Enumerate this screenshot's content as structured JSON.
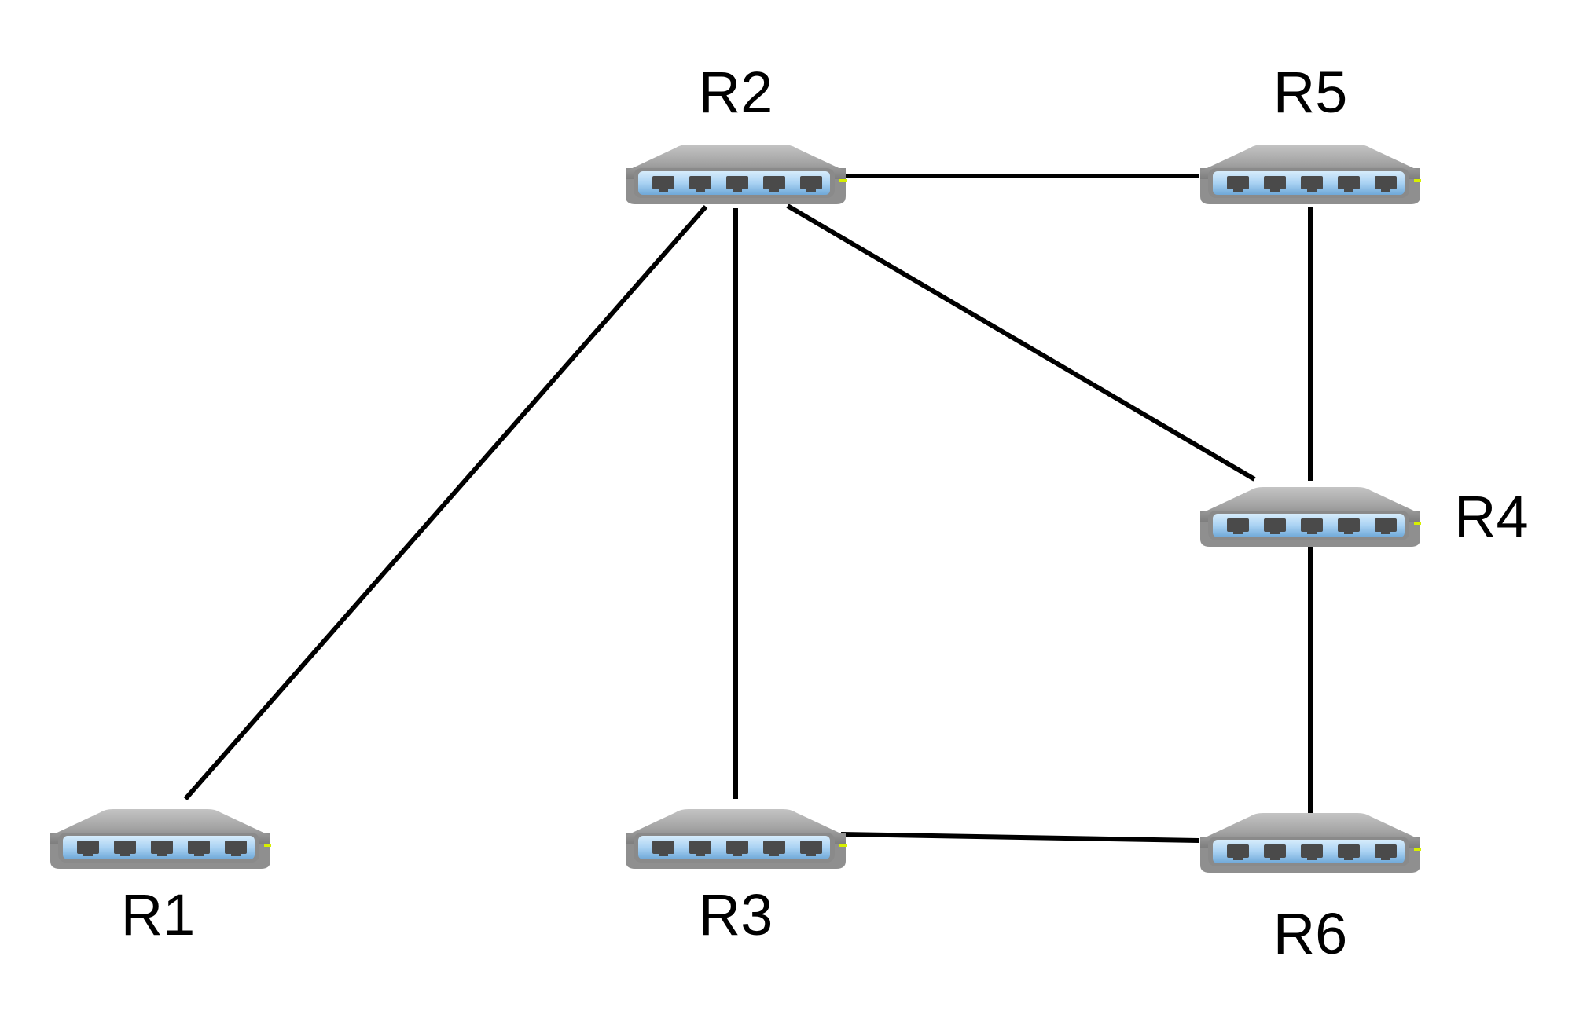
{
  "diagram": {
    "type": "network-topology",
    "device_icon": "router-switch-icon",
    "colors": {
      "link": "#000000",
      "body_top": "#b8b8b8",
      "body_side": "#8f8f8f",
      "panel": "#a9d2f3",
      "panel_dark": "#6fa8d8",
      "port": "#4a4a4a",
      "led": "#d7f000",
      "label": "#000000"
    },
    "nodes": [
      {
        "id": "R1",
        "label": "R1"
      },
      {
        "id": "R2",
        "label": "R2"
      },
      {
        "id": "R3",
        "label": "R3"
      },
      {
        "id": "R4",
        "label": "R4"
      },
      {
        "id": "R5",
        "label": "R5"
      },
      {
        "id": "R6",
        "label": "R6"
      }
    ],
    "links": [
      {
        "from": "R1",
        "to": "R2"
      },
      {
        "from": "R2",
        "to": "R3"
      },
      {
        "from": "R2",
        "to": "R5"
      },
      {
        "from": "R2",
        "to": "R4"
      },
      {
        "from": "R5",
        "to": "R4"
      },
      {
        "from": "R4",
        "to": "R6"
      },
      {
        "from": "R3",
        "to": "R6"
      }
    ]
  }
}
